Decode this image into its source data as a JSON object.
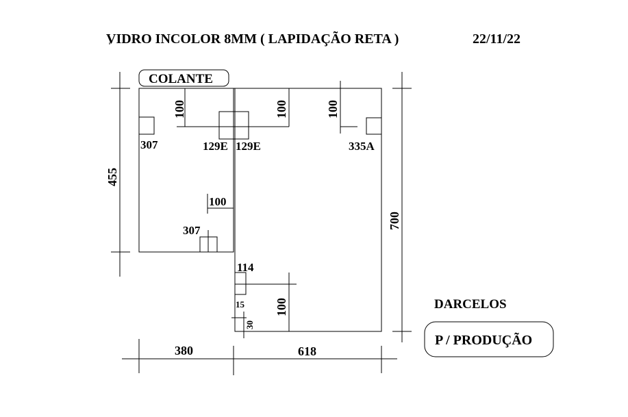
{
  "header": {
    "title": "VIDRO INCOLOR  8MM  ( LAPIDAÇÃO RETA )",
    "date": "22/11/22"
  },
  "labels": {
    "colante": "COLANTE",
    "client": "DARCELOS",
    "production": "P / PRODUÇÃO"
  },
  "dimensions": {
    "left_height": "455",
    "right_height": "700",
    "left_width": "380",
    "right_width": "618"
  },
  "annotations": {
    "top_left_offset": "100",
    "top_mid_offset": "100",
    "top_right_offset": "100",
    "left_hinge": "307",
    "center_hinge_left": "129E",
    "center_hinge_right": "129E",
    "right_hinge": "335A",
    "left_mid_offset": "100",
    "bottom_left_hinge": "307",
    "bottom_fitting": "114",
    "bottom_offset": "100",
    "small_15": "15",
    "small_30": "30"
  }
}
